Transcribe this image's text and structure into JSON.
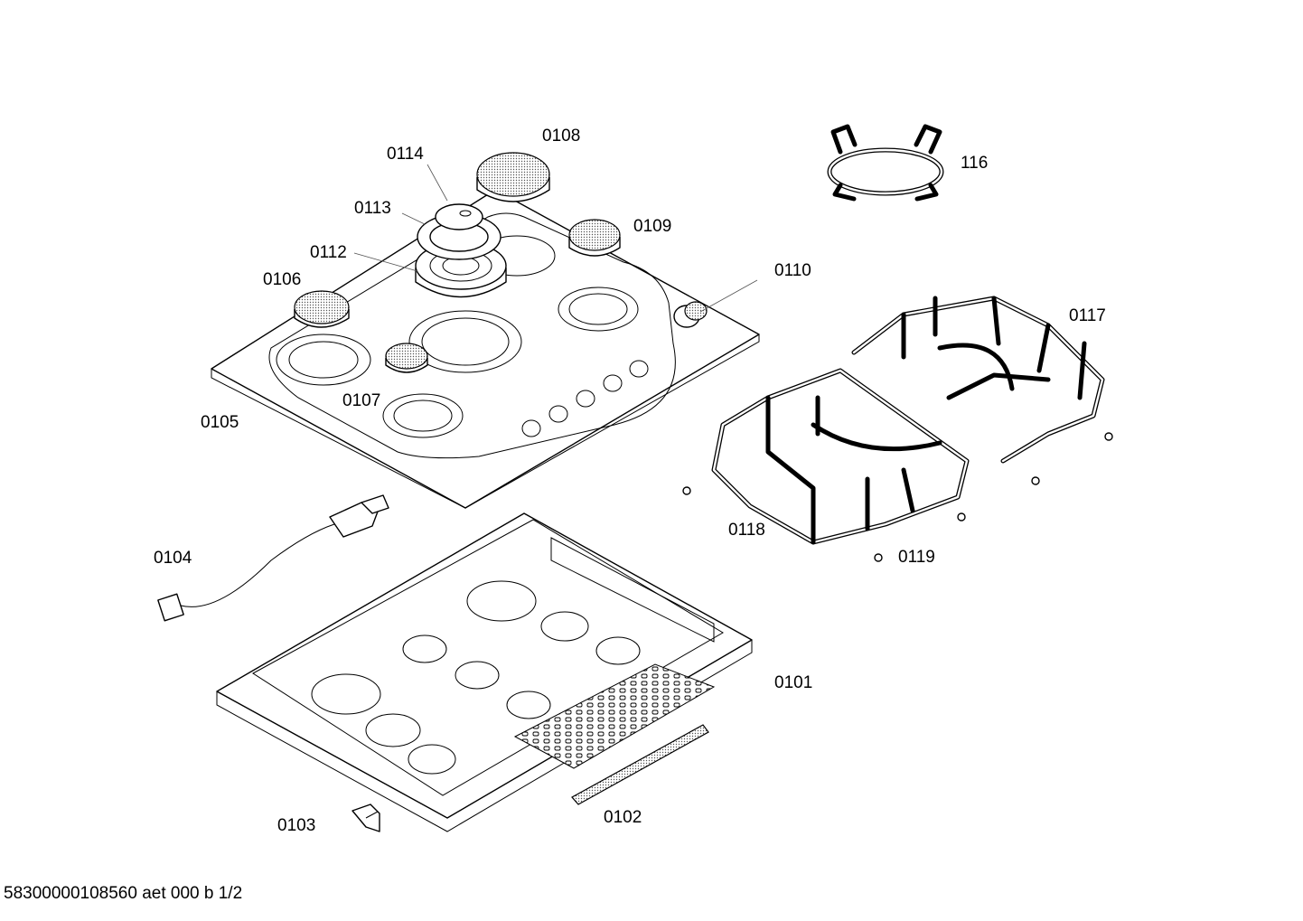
{
  "callouts": {
    "c0101": "0101",
    "c0102": "0102",
    "c0103": "0103",
    "c0104": "0104",
    "c0105": "0105",
    "c0106": "0106",
    "c0107": "0107",
    "c0108": "0108",
    "c0109": "0109",
    "c0110": "0110",
    "c0112": "0112",
    "c0113": "0113",
    "c0114": "0114",
    "c0116": "116",
    "c0117": "0117",
    "c0118": "0118",
    "c0119": "0119"
  },
  "footer": {
    "document_code": "58300000108560 aet 000 b 1/2"
  }
}
